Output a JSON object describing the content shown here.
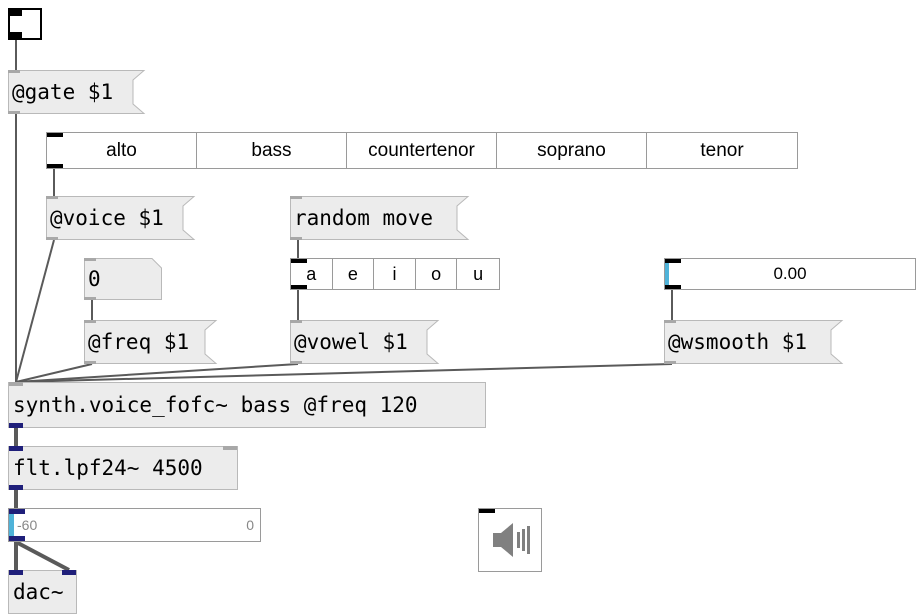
{
  "toggle": {
    "state": "off"
  },
  "messages": {
    "gate": "@gate $1",
    "voice": "@voice $1",
    "random": "random move",
    "freq": "@freq $1",
    "vowel": "@vowel $1",
    "wsmooth": "@wsmooth $1"
  },
  "number": {
    "value": "0"
  },
  "voice_menu": {
    "items": [
      "alto",
      "bass",
      "countertenor",
      "soprano",
      "tenor"
    ]
  },
  "vowel_menu": {
    "items": [
      "a",
      "e",
      "i",
      "o",
      "u"
    ]
  },
  "wsmooth_slider": {
    "value_text": "0.00",
    "value": 0.0
  },
  "objects": {
    "synth": "synth.voice_fofc~ bass @freq 120",
    "lpf": "flt.lpf24~ 4500",
    "dac": "dac~"
  },
  "meter": {
    "min_label": "-60",
    "max_label": "0"
  },
  "colors": {
    "signal_port": "#1f1f7a",
    "slider_accent": "#4fb3d9",
    "wire": "#5a5a5a"
  },
  "icons": {
    "speaker": "speaker-icon"
  }
}
